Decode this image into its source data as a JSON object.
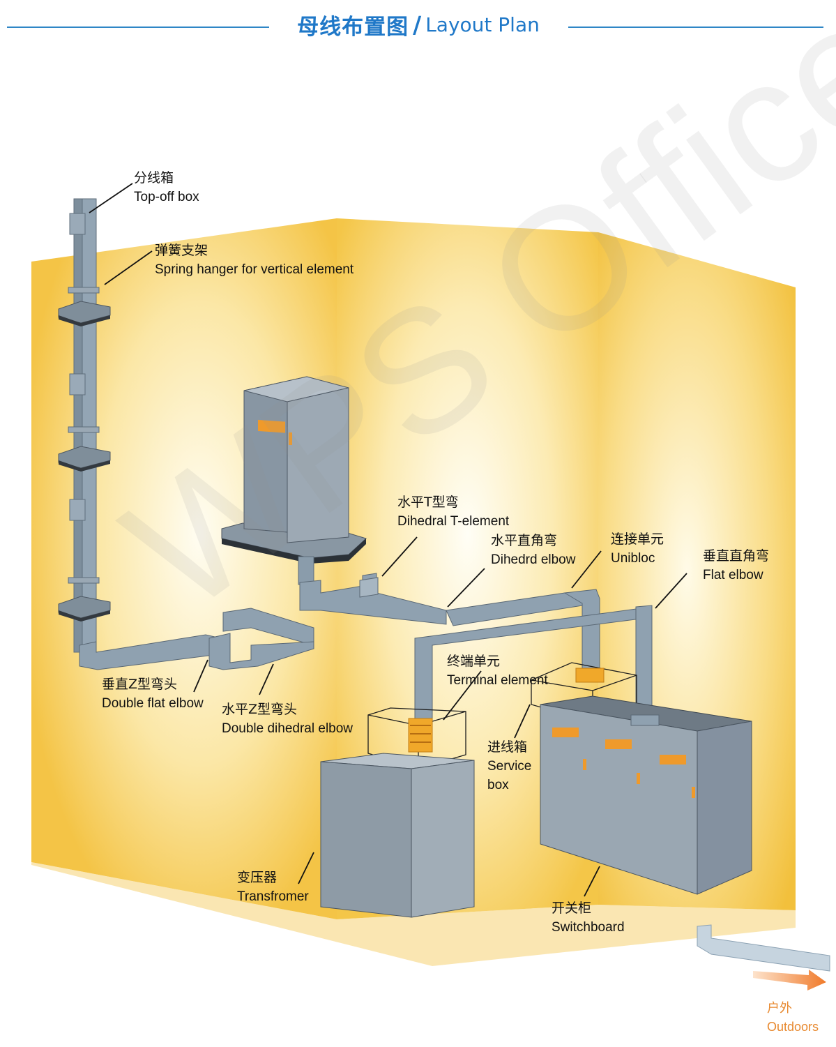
{
  "header": {
    "title_cn": "母线布置图",
    "separator": "/",
    "title_en": "Layout Plan",
    "accent_color": "#1f78c8"
  },
  "watermark": "WPS Office",
  "labels": {
    "top_off_box": {
      "cn": "分线箱",
      "en": "Top-off box"
    },
    "spring_hanger": {
      "cn": "弹簧支架",
      "en": "Spring hanger for vertical element"
    },
    "dihedral_t": {
      "cn": "水平T型弯",
      "en": "Dihedral T-element"
    },
    "dihedral_elbow": {
      "cn": "水平直角弯",
      "en": "Dihedrd elbow"
    },
    "unibloc": {
      "cn": "连接单元",
      "en": "Unibloc"
    },
    "flat_elbow": {
      "cn": "垂直直角弯",
      "en": "Flat elbow"
    },
    "double_flat_elbow": {
      "cn": "垂直Z型弯头",
      "en": "Double flat elbow"
    },
    "double_dihedral_elbow": {
      "cn": "水平Z型弯头",
      "en": "Double dihedral elbow"
    },
    "terminal_element": {
      "cn": "终端单元",
      "en": "Terminal element"
    },
    "service_box": {
      "cn": "进线箱",
      "en1": "Service",
      "en2": "box"
    },
    "transformer": {
      "cn": "变压器",
      "en": "Transfromer"
    },
    "switchboard": {
      "cn": "开关柜",
      "en": "Switchboard"
    },
    "outdoors": {
      "cn": "户外",
      "en": "Outdoors"
    }
  },
  "colors": {
    "wall_yellow": "#f6c94a",
    "busbar_gray": "#8fa1b0",
    "equipment_gray": "#8e9ba6",
    "indicator_orange": "#ef9a2b",
    "outdoor_arrow": "#f07a2a"
  }
}
